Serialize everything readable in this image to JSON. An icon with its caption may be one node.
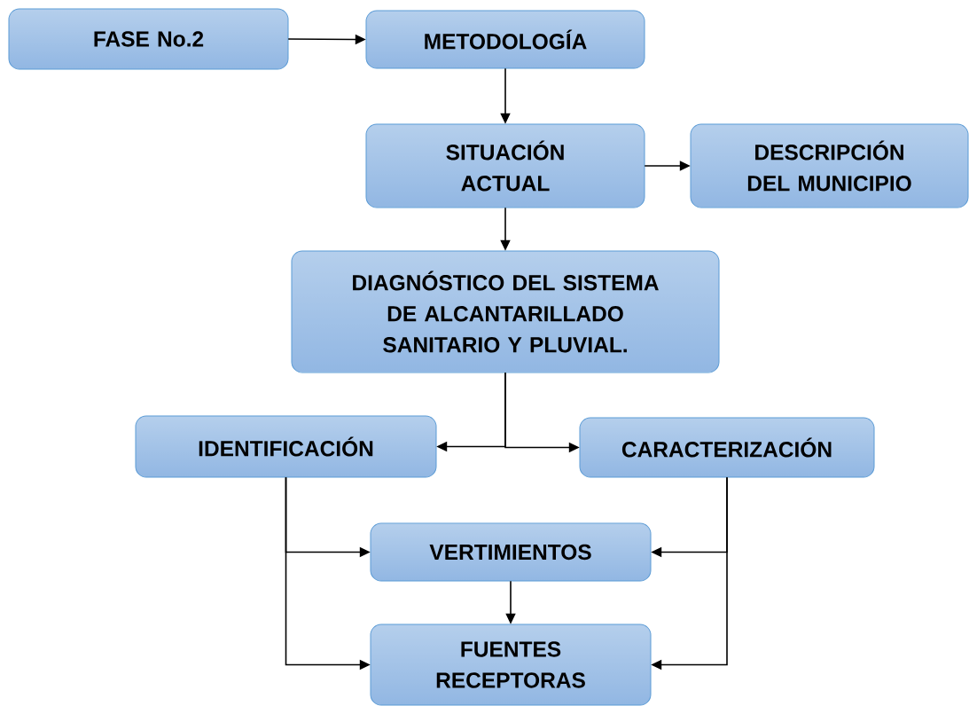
{
  "diagram": {
    "nodes": [
      {
        "text": [
          "FASE No.2"
        ]
      },
      {
        "text": [
          "METODOLOGÍA"
        ]
      },
      {
        "text": [
          "SITUACIÓN ACTUAL"
        ]
      },
      {
        "text": [
          "DESCRIPCIÓN DEL MUNICIPIO"
        ]
      },
      {
        "text": [
          "DIAGNÓSTICO DEL SISTEMA DE ALCANTARILLADO SANITARIO Y PLUVIAL."
        ]
      },
      {
        "text": [
          "IDENTIFICACIÓN"
        ]
      },
      {
        "text": [
          "CARACTERIZACIÓN"
        ]
      },
      {
        "text": [
          "VERTIMIENTOS"
        ]
      },
      {
        "text": [
          "FUENTES RECEPTORAS"
        ]
      }
    ],
    "edges": [
      {
        "from": 0,
        "to": 1,
        "arrow": "to"
      },
      {
        "from": 1,
        "to": 2,
        "arrow": "to"
      },
      {
        "from": 2,
        "to": 3,
        "arrow": "to"
      },
      {
        "from": 2,
        "to": 4,
        "arrow": "to"
      },
      {
        "from": 4,
        "to": 5,
        "arrow": "to"
      },
      {
        "from": 4,
        "to": 6,
        "arrow": "to"
      },
      {
        "from": 5,
        "to": 7,
        "arrow": "to"
      },
      {
        "from": 5,
        "to": 8,
        "arrow": "to"
      },
      {
        "from": 6,
        "to": 7,
        "arrow": "to"
      },
      {
        "from": 6,
        "to": 8,
        "arrow": "to"
      },
      {
        "from": 7,
        "to": 8,
        "arrow": "to"
      }
    ]
  }
}
